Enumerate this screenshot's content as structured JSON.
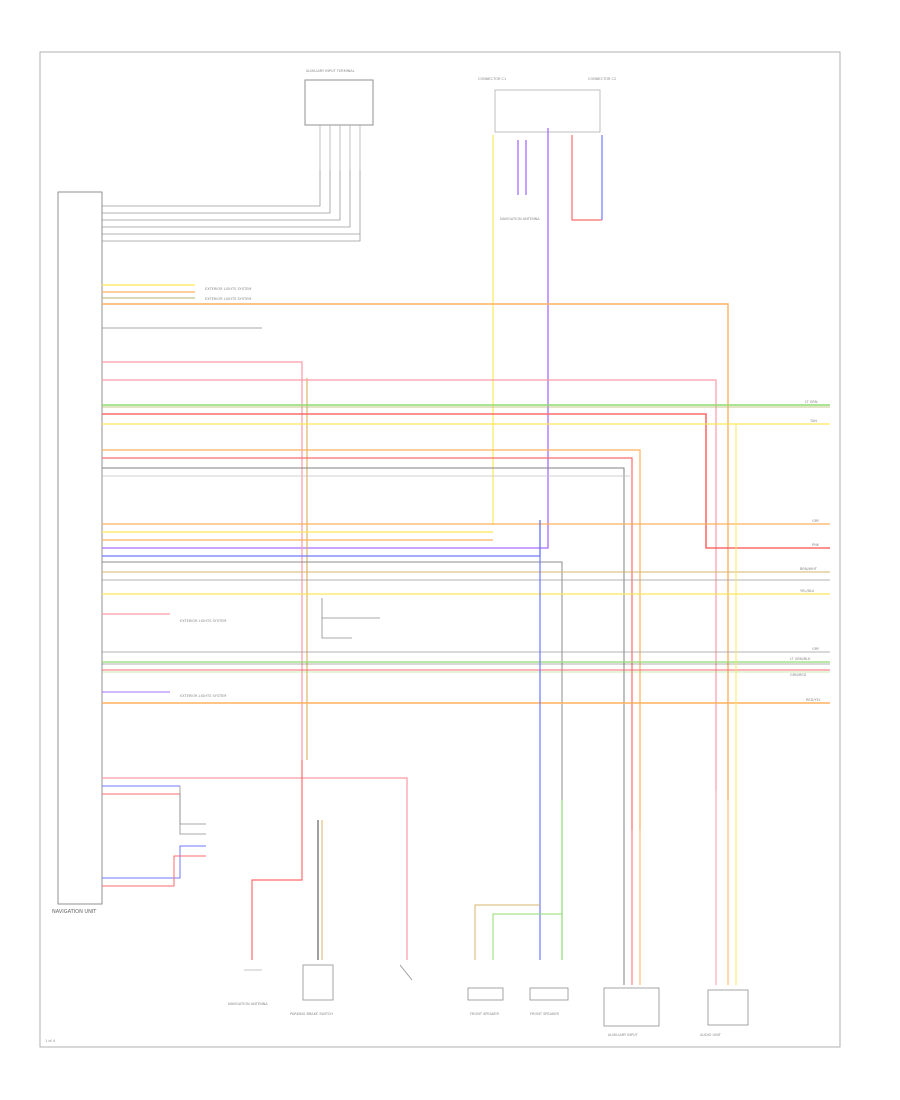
{
  "diagram": {
    "colors": {
      "frame": "#b0b0b0",
      "yellow": "#ffe85a",
      "orange": "#ffb15e",
      "red": "#ff6b6b",
      "pink": "#ff9aa8",
      "violet": "#a66cff",
      "blue": "#6f78ff",
      "green": "#8fdc6e",
      "olive": "#b3b46a",
      "gray": "#8c8c8c",
      "black": "#404040",
      "tan": "#d8b36c"
    },
    "module": {
      "label": "NAVIGATION UNIT",
      "icon": "module-box"
    },
    "footer": {
      "page_mark": "1 of 4"
    },
    "components": [
      {
        "id": "top-connector",
        "label": "AUXILIARY INPUT TERMINAL",
        "icon": "connector-icon"
      },
      {
        "id": "c1",
        "label": "CONNECTOR C1",
        "icon": "connector-icon"
      },
      {
        "id": "c2",
        "label": "CONNECTOR C2",
        "icon": "connector-icon"
      },
      {
        "id": "navigation-antenna",
        "label": "NAVIGATION ANTENNA",
        "icon": "antenna-icon"
      },
      {
        "id": "parking-brake",
        "label": "PARKING BRAKE SWITCH",
        "icon": "switch-icon"
      },
      {
        "id": "front-speaker-l",
        "label": "FRONT SPEAKER",
        "icon": "speaker-icon"
      },
      {
        "id": "front-speaker-r",
        "label": "FRONT SPEAKER",
        "icon": "speaker-icon"
      },
      {
        "id": "aux-input",
        "label": "AUXILIARY INPUT",
        "icon": "connector-icon"
      },
      {
        "id": "audio-unit",
        "label": "AUDIO UNIT",
        "icon": "module-box"
      }
    ],
    "right_labels": [
      "LT GRN",
      "TAN",
      "GRY",
      "PNK",
      "BRN/WHT",
      "YEL/BLU",
      "GRY",
      "LT GRN/BLK",
      "GRN/RED",
      "RED/YEL"
    ],
    "notes": [
      "EXTERIOR LIGHTS SYSTEM",
      "EXTERIOR LIGHTS SYSTEM",
      "EXTERIOR LIGHTS SYSTEM",
      "EXTERIOR LIGHTS SYSTEM"
    ]
  }
}
